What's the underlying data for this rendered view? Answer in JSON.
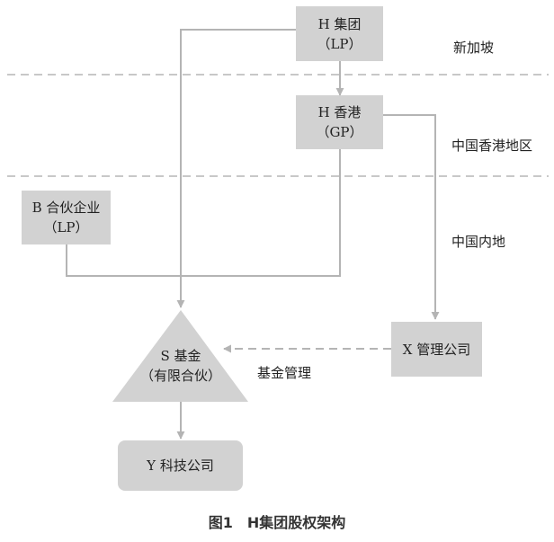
{
  "regions": {
    "singapore": "新加坡",
    "hongkong": "中国香港地区",
    "mainland": "中国内地"
  },
  "nodes": {
    "h_group": {
      "line1": "H 集团",
      "line2": "（LP）"
    },
    "h_hk": {
      "line1": "H 香港",
      "line2": "（GP）"
    },
    "b_partnership": {
      "line1": "B 合伙企业",
      "line2": "（LP）"
    },
    "s_fund": {
      "line1": "S 基金",
      "line2": "（有限合伙）"
    },
    "x_mgmt": {
      "line1": "X 管理公司"
    },
    "y_tech": {
      "line1": "Y 科技公司"
    }
  },
  "edges": {
    "fund_management_label": "基金管理"
  },
  "caption": "图1　H集团股权架构",
  "colors": {
    "box_fill": "#d2d2d2",
    "line": "#b4b4b4",
    "divider": "#c8c8c8"
  }
}
